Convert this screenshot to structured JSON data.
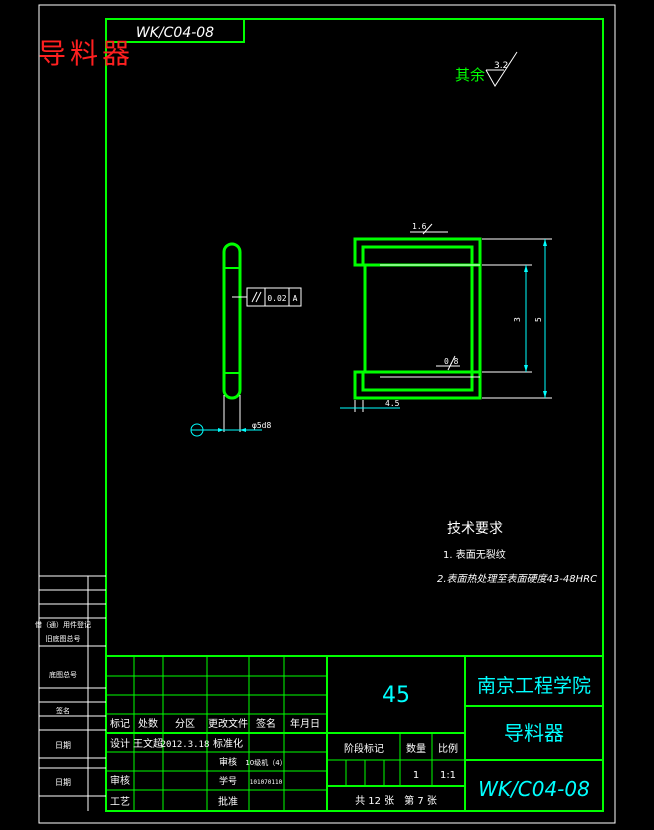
{
  "drawing": {
    "code": "WK/C04-08",
    "part_name": "导料器",
    "roughness_note": "其余",
    "roughness_value": "3.2",
    "tolerance_value": "0.02",
    "tolerance_datum": "A",
    "dim_diameter": "φ5d8",
    "dim_small_1": "1.6",
    "dim_small_2": "0.8",
    "dim_width": "4.5",
    "dim_height_1": "3",
    "dim_height_2": "5",
    "tech_title": "技术要求",
    "tech_req_1": "1. 表面无裂纹",
    "tech_req_2": "2.表面热处理至表面硬度43-48HRC"
  },
  "side_panel": {
    "item1": "借（通）用件登记",
    "item2": "旧底图总号",
    "item3": "底图总号",
    "item4": "签名",
    "item5": "日期",
    "item6": "日期"
  },
  "title_block": {
    "material": "45",
    "school": "南京工程学院",
    "part_name": "导料器",
    "code": "WK/C04-08",
    "h_mark": "标记",
    "h_count": "处数",
    "h_zone": "分区",
    "h_doc": "更改文件",
    "h_sign": "签名",
    "h_date": "年月日",
    "r_design": "设计",
    "designer": "王文超",
    "design_date": "2012.3.18",
    "r_standard": "标准化",
    "r_review": "审核",
    "r_process": "工艺",
    "proof": "审核",
    "class": "10级机（4）",
    "r_no": "学号",
    "student_no": "101070110",
    "approve": "批准",
    "stage_mark": "阶段标记",
    "weight": "数量",
    "scale_label": "比例",
    "qty": "1",
    "scale": "1:1",
    "sheets": "共 12 张　第 7 张"
  }
}
